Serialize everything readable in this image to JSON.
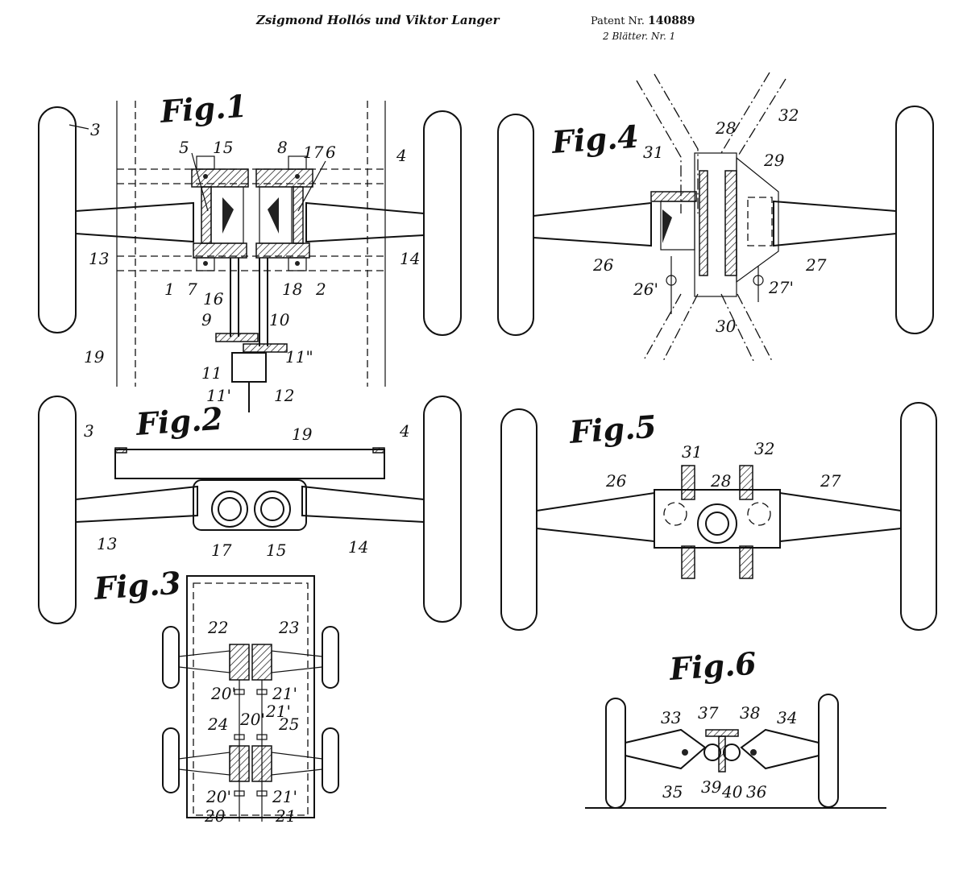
{
  "header": {
    "inventors": "Zsigmond Hollós und Viktor Langer",
    "patent_prefix": "Patent Nr.",
    "patent_number": "140889",
    "sheet_info": "2 Blätter. Nr. 1"
  },
  "figures": {
    "fig1": {
      "title": "Fig.1",
      "labels": {
        "l3": "3",
        "l4": "4",
        "l5": "5",
        "l15": "15",
        "l8": "8",
        "l17": "17",
        "l6": "6",
        "l13": "13",
        "l14": "14",
        "l1": "1",
        "l7": "7",
        "l16": "16",
        "l18": "18",
        "l2": "2",
        "l9": "9",
        "l10": "10",
        "l19": "19",
        "l11": "11",
        "l11pp": "11\"",
        "l11p": "11'",
        "l12": "12"
      }
    },
    "fig2": {
      "title": "Fig.2",
      "labels": {
        "l3": "3",
        "l4": "4",
        "l19": "19",
        "l13": "13",
        "l14": "14",
        "l17": "17",
        "l15": "15"
      }
    },
    "fig3": {
      "title": "Fig.3",
      "labels": {
        "l22": "22",
        "l23": "23",
        "l20p_a": "20'",
        "l21p_a": "21'",
        "l20p_b": "20'",
        "l21p_b": "21'",
        "l24": "24",
        "l25": "25",
        "l20p_c": "20'",
        "l21p_c": "21'",
        "l20": "20",
        "l21": "21"
      }
    },
    "fig4": {
      "title": "Fig.4",
      "labels": {
        "l31": "31",
        "l32": "32",
        "l28": "28",
        "l29": "29",
        "l26": "26",
        "l27": "27",
        "l26p": "26'",
        "l27p": "27'",
        "l30": "30"
      }
    },
    "fig5": {
      "title": "Fig.5",
      "labels": {
        "l31": "31",
        "l32": "32",
        "l28": "28",
        "l26": "26",
        "l27": "27"
      }
    },
    "fig6": {
      "title": "Fig.6",
      "labels": {
        "l33": "33",
        "l37": "37",
        "l38": "38",
        "l34": "34",
        "l35": "35",
        "l39": "39",
        "l40": "40",
        "l36": "36"
      }
    }
  }
}
